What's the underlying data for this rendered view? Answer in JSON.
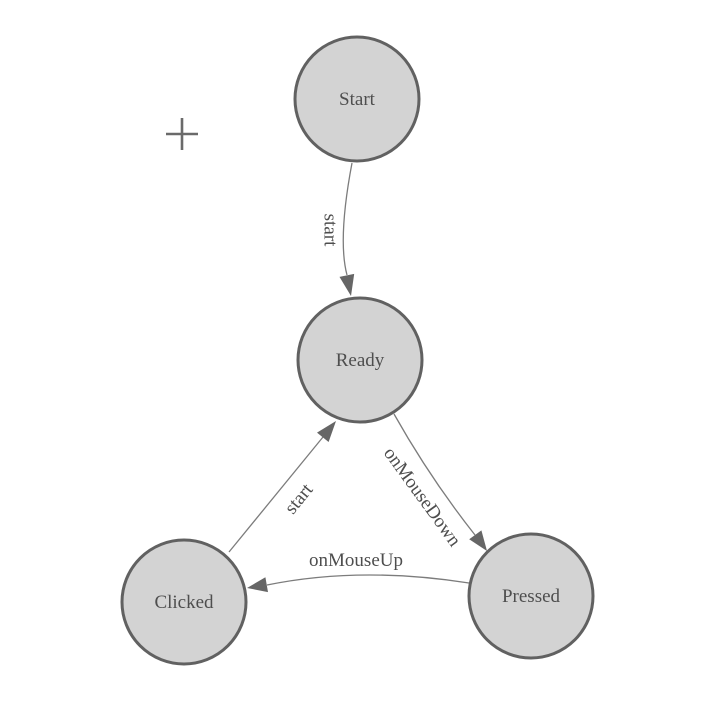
{
  "canvas": {
    "type": "state-machine-diagram",
    "background": "#ffffff",
    "cursor_marker": "plus-crosshair"
  },
  "colors": {
    "node_fill": "#d3d3d3",
    "node_stroke": "#616161",
    "edge_stroke": "#7c7c7c",
    "arrowhead": "#666666",
    "label_text": "#4e4e4e",
    "cursor_marker": "#6a6a6a",
    "background": "#ffffff"
  },
  "nodes": [
    {
      "id": "start",
      "label": "Start"
    },
    {
      "id": "ready",
      "label": "Ready"
    },
    {
      "id": "clicked",
      "label": "Clicked"
    },
    {
      "id": "pressed",
      "label": "Pressed"
    }
  ],
  "edges": [
    {
      "id": "start-to-ready",
      "from": "Start",
      "to": "Ready",
      "label": "start"
    },
    {
      "id": "ready-to-pressed",
      "from": "Ready",
      "to": "Pressed",
      "label": "onMouseDown"
    },
    {
      "id": "pressed-to-clicked",
      "from": "Pressed",
      "to": "Clicked",
      "label": "onMouseUp"
    },
    {
      "id": "clicked-to-ready",
      "from": "Clicked",
      "to": "Ready",
      "label": "start"
    }
  ]
}
